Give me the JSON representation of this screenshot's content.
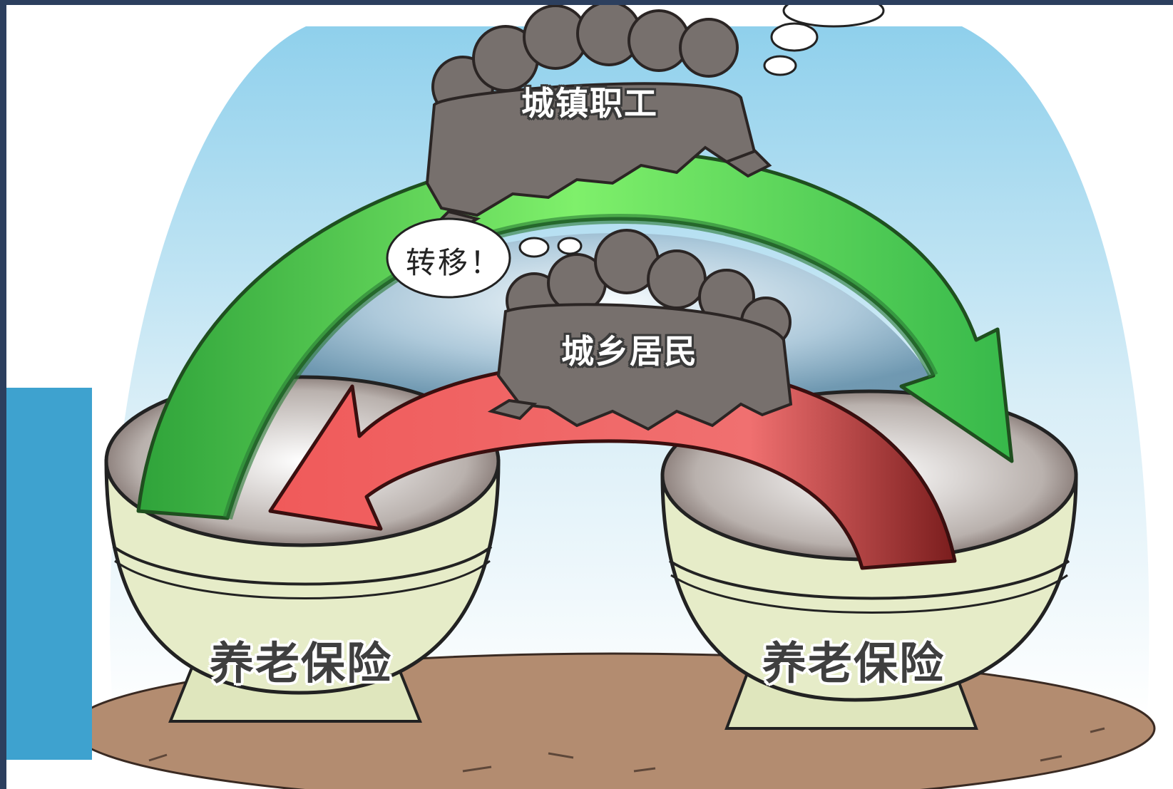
{
  "labels": {
    "urban_workers": "城镇职工",
    "urban_rural_residents": "城乡居民",
    "transfer_bubble": "转移！",
    "left_bowl": "养老保险",
    "right_bowl": "养老保险"
  },
  "colors": {
    "frame": "#2c3f5e",
    "side_panel": "#3ea2cf",
    "green_arrow": "#4ccf3c",
    "red_arrow": "#e24c4c",
    "crowd": "#77706d",
    "bowl": "#e6ecc8",
    "ground": "#b38c70"
  }
}
